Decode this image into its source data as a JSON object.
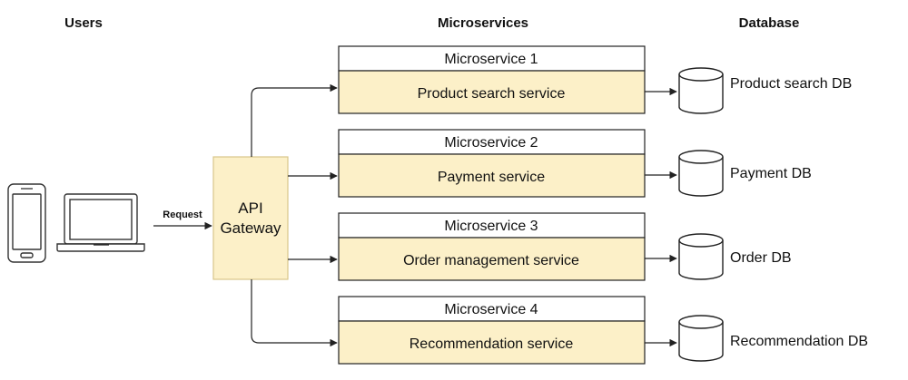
{
  "columns": {
    "users": "Users",
    "microservices": "Microservices",
    "database": "Database"
  },
  "request_label": "Request",
  "gateway": {
    "line1": "API",
    "line2": "Gateway"
  },
  "services": [
    {
      "header": "Microservice 1",
      "name": "Product search service",
      "db": "Product search DB"
    },
    {
      "header": "Microservice 2",
      "name": "Payment service",
      "db": "Payment DB"
    },
    {
      "header": "Microservice 3",
      "name": "Order management service",
      "db": "Order DB"
    },
    {
      "header": "Microservice 4",
      "name": "Recommendation service",
      "db": "Recommendation DB"
    }
  ],
  "colors": {
    "service_fill": "#fcf0c8",
    "gateway_fill": "#fcf0c8",
    "stroke": "#222222"
  },
  "icons": [
    "smartphone-icon",
    "laptop-icon",
    "database-icon"
  ]
}
